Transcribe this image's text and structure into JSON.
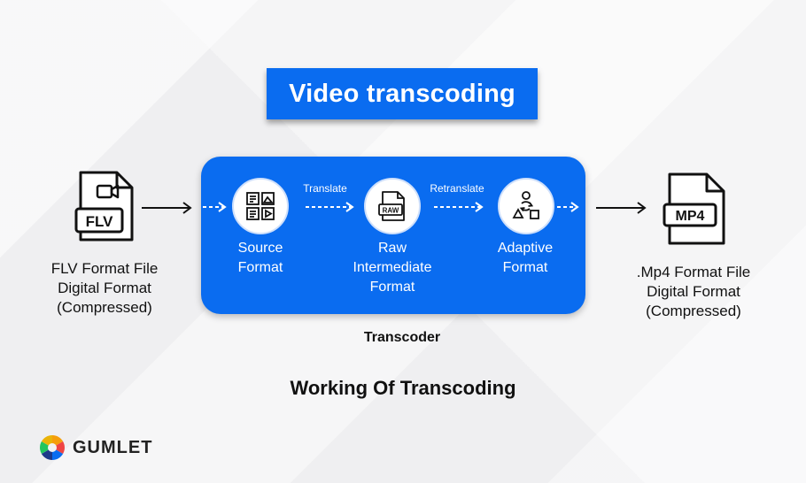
{
  "title": "Video transcoding",
  "input_file": {
    "badge": "FLV",
    "lines": [
      "FLV Format File",
      "Digital Format",
      "(Compressed)"
    ]
  },
  "output_file": {
    "badge": "MP4",
    "lines": [
      ".Mp4 Format File",
      "Digital Format",
      "(Compressed)"
    ]
  },
  "stages": [
    {
      "lines": [
        "Source",
        "Format"
      ]
    },
    {
      "lines": [
        "Raw",
        "Intermediate",
        "Format"
      ]
    },
    {
      "lines": [
        "Adaptive",
        "Format"
      ]
    }
  ],
  "steps": [
    "Translate",
    "Retranslate"
  ],
  "panel_caption": "Transcoder",
  "subtitle": "Working Of Transcoding",
  "brand": {
    "name": "GUMLET"
  },
  "icon_labels": {
    "raw_badge": "RAW"
  },
  "colors": {
    "accent": "#0a6cf0",
    "text": "#111111"
  }
}
